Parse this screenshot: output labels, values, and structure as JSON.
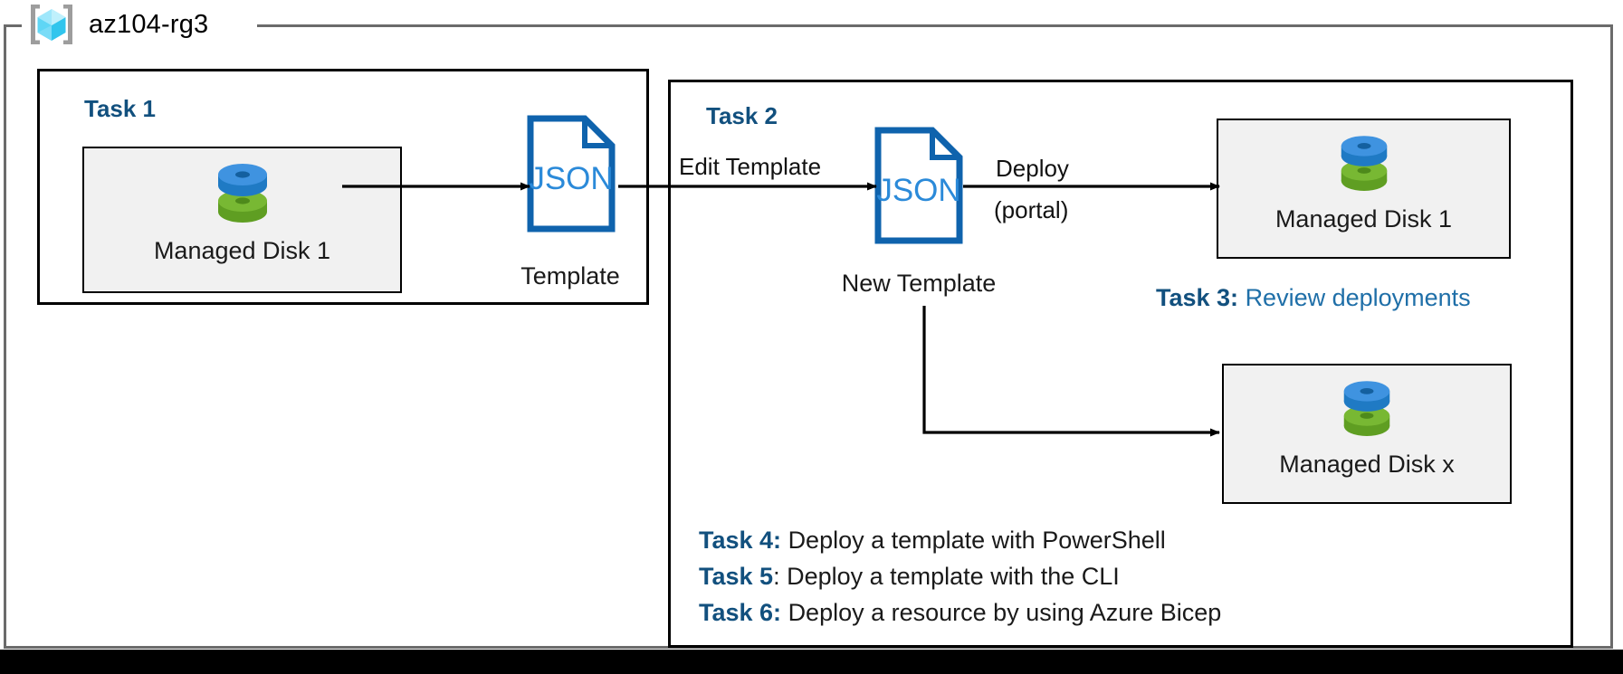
{
  "resource_group": {
    "name": "az104-rg3",
    "icon": "azure-resource-group-icon"
  },
  "task1": {
    "heading": "Task 1",
    "resource": {
      "label": "Managed Disk 1",
      "icon": "managed-disk-icon"
    },
    "template": {
      "icon_text": "JSON",
      "caption": "Template"
    }
  },
  "task2": {
    "heading": "Task 2",
    "edge_edit": "Edit Template",
    "template": {
      "icon_text": "JSON",
      "caption": "New Template"
    },
    "edge_deploy_line1": "Deploy",
    "edge_deploy_line2": "(portal)",
    "resource_top": {
      "label": "Managed Disk 1",
      "icon": "managed-disk-icon"
    },
    "resource_bottom": {
      "label": "Managed Disk x",
      "icon": "managed-disk-icon"
    }
  },
  "task3": {
    "label": "Task 3:",
    "text": "Review deployments"
  },
  "notes": [
    {
      "label": "Task 4:",
      "text": "Deploy a template with PowerShell"
    },
    {
      "label": "Task 5",
      "text": ": Deploy a template with the CLI"
    },
    {
      "label": "Task 6:",
      "text": "Deploy a resource by using Azure Bicep"
    }
  ],
  "colors": {
    "task_heading_blue": "#12507e",
    "task3_text_blue": "#1f6fa8",
    "json_blue": "#0f63ad",
    "disk_blue": "#3f93e0",
    "disk_green": "#78b833",
    "tile_fill": "#f1f1f1",
    "container_border": "#6b6b6b"
  }
}
